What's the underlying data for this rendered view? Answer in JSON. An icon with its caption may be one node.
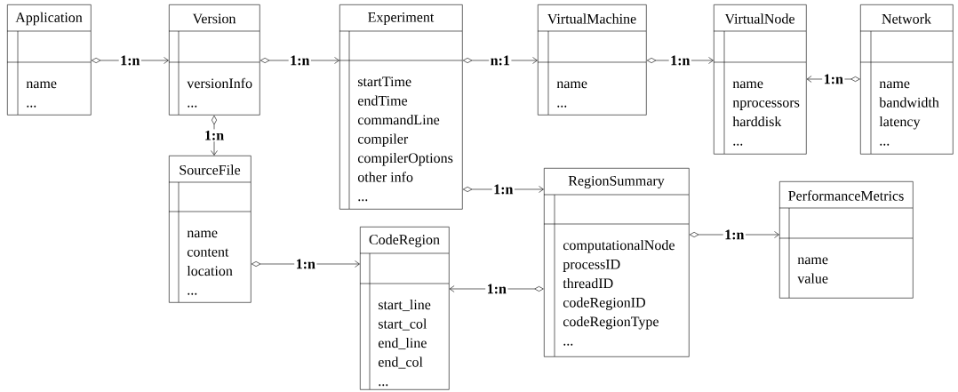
{
  "diagram": {
    "nodes": [
      {
        "text": [
          "Application",
          "name",
          "..."
        ]
      },
      {
        "text": [
          "Version",
          "versionInfo",
          "..."
        ]
      },
      {
        "text": [
          "Experiment",
          "startTime",
          "endTime",
          "commandLine",
          "compiler",
          "compilerOptions",
          "other info",
          "..."
        ]
      },
      {
        "text": [
          "VirtualMachine",
          "name",
          "..."
        ]
      },
      {
        "text": [
          "VirtualNode",
          "name",
          "nprocessors",
          "harddisk",
          "..."
        ]
      },
      {
        "text": [
          "Network",
          "name",
          "bandwidth",
          "latency",
          "..."
        ]
      },
      {
        "text": [
          "SourceFile",
          "name",
          "content",
          "location",
          "..."
        ]
      },
      {
        "text": [
          "RegionSummary",
          "computationalNode",
          "processID",
          "threadID",
          "codeRegionID",
          "codeRegionType",
          "..."
        ]
      },
      {
        "text": [
          "PerformanceMetrics",
          "name",
          "value"
        ]
      },
      {
        "text": [
          "CodeRegion",
          "start_line",
          "start_col",
          "end_line",
          "end_col",
          "..."
        ]
      }
    ],
    "edges": [
      {
        "from": 0,
        "to": 1,
        "arrow": "to",
        "label": "1:n"
      },
      {
        "from": 1,
        "to": 2,
        "arrow": "to",
        "label": "1:n"
      },
      {
        "from": 2,
        "to": 3,
        "arrow": "to",
        "label": "n:1"
      },
      {
        "from": 3,
        "to": 4,
        "arrow": "to",
        "label": "1:n"
      },
      {
        "from": 5,
        "to": 4,
        "arrow": "to",
        "label": "1:n"
      },
      {
        "from": 1,
        "to": 6,
        "arrow": "to",
        "label": "1:n"
      },
      {
        "from": 2,
        "to": 7,
        "arrow": "to",
        "label": "1:n"
      },
      {
        "from": 6,
        "to": 9,
        "arrow": "to",
        "label": "1:n"
      },
      {
        "from": 7,
        "to": 9,
        "arrow": "to",
        "label": "1:n"
      },
      {
        "from": 7,
        "to": 8,
        "arrow": "to",
        "label": "1:n"
      }
    ]
  }
}
